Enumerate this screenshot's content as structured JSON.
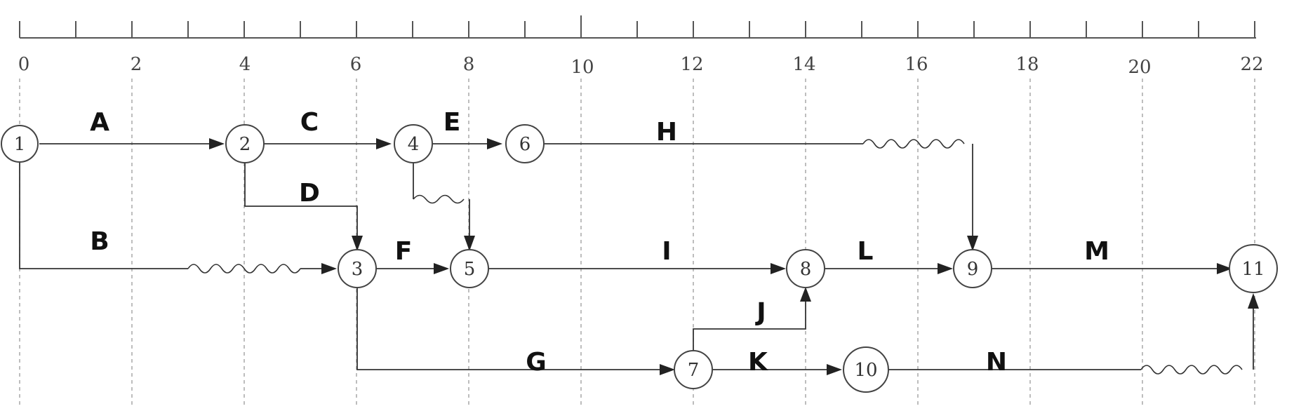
{
  "timescale": {
    "ticks": [
      "0",
      "2",
      "4",
      "6",
      "8",
      "10",
      "12",
      "14",
      "16",
      "18",
      "20",
      "22"
    ]
  },
  "nodes": [
    {
      "id": "1",
      "label": "1"
    },
    {
      "id": "2",
      "label": "2"
    },
    {
      "id": "3",
      "label": "3"
    },
    {
      "id": "4",
      "label": "4"
    },
    {
      "id": "5",
      "label": "5"
    },
    {
      "id": "6",
      "label": "6"
    },
    {
      "id": "7",
      "label": "7"
    },
    {
      "id": "8",
      "label": "8"
    },
    {
      "id": "9",
      "label": "9"
    },
    {
      "id": "10",
      "label": "10"
    },
    {
      "id": "11",
      "label": "11"
    }
  ],
  "activities": [
    {
      "name": "A",
      "from": "1",
      "to": "2"
    },
    {
      "name": "B",
      "from": "1",
      "to": "3"
    },
    {
      "name": "C",
      "from": "2",
      "to": "4"
    },
    {
      "name": "D",
      "from": "2",
      "to": "3"
    },
    {
      "name": "E",
      "from": "4",
      "to": "6"
    },
    {
      "name": "F",
      "from": "3",
      "to": "5"
    },
    {
      "name": "G",
      "from": "3",
      "to": "7"
    },
    {
      "name": "H",
      "from": "6",
      "to": "9"
    },
    {
      "name": "I",
      "from": "5",
      "to": "8"
    },
    {
      "name": "J",
      "from": "7",
      "to": "8"
    },
    {
      "name": "K",
      "from": "7",
      "to": "10"
    },
    {
      "name": "L",
      "from": "8",
      "to": "9"
    },
    {
      "name": "M",
      "from": "9",
      "to": "11"
    },
    {
      "name": "N",
      "from": "10",
      "to": "11"
    }
  ],
  "dummies": [
    {
      "from": "4",
      "to": "5"
    }
  ]
}
